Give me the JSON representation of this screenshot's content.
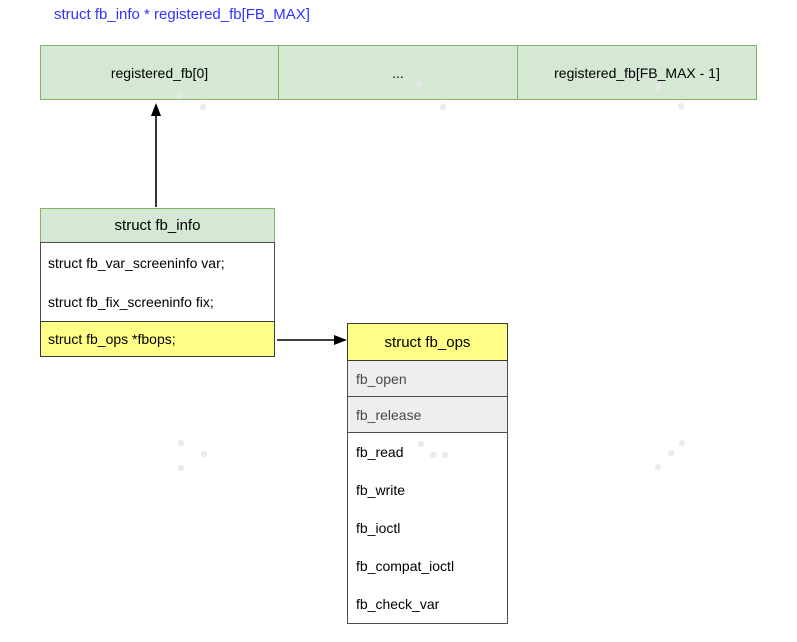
{
  "title": "struct fb_info * registered_fb[FB_MAX]",
  "colors": {
    "title_blue": "#3333ff",
    "green_fill": "#d5e8d4",
    "green_stroke": "#82b366",
    "yellow_fill": "#ffff88",
    "yellow_stroke": "#36393d",
    "gray_row_fill": "#eeeeee",
    "box_border": "#4d4d4d",
    "arrow_color": "#000000"
  },
  "array": {
    "cells": [
      {
        "label": "registered_fb[0]"
      },
      {
        "label": "..."
      },
      {
        "label": "registered_fb[FB_MAX - 1]"
      }
    ]
  },
  "fb_info": {
    "header": "struct fb_info",
    "fields": [
      "struct fb_var_screeninfo var;",
      "struct fb_fix_screeninfo fix;"
    ],
    "highlighted_field": "struct fb_ops *fbops;"
  },
  "fb_ops": {
    "header": "struct fb_ops",
    "gray_rows": [
      "fb_open",
      "fb_release"
    ],
    "rows": [
      "fb_read",
      "fb_write",
      "fb_ioctl",
      "fb_compat_ioctl",
      "fb_check_var"
    ]
  }
}
